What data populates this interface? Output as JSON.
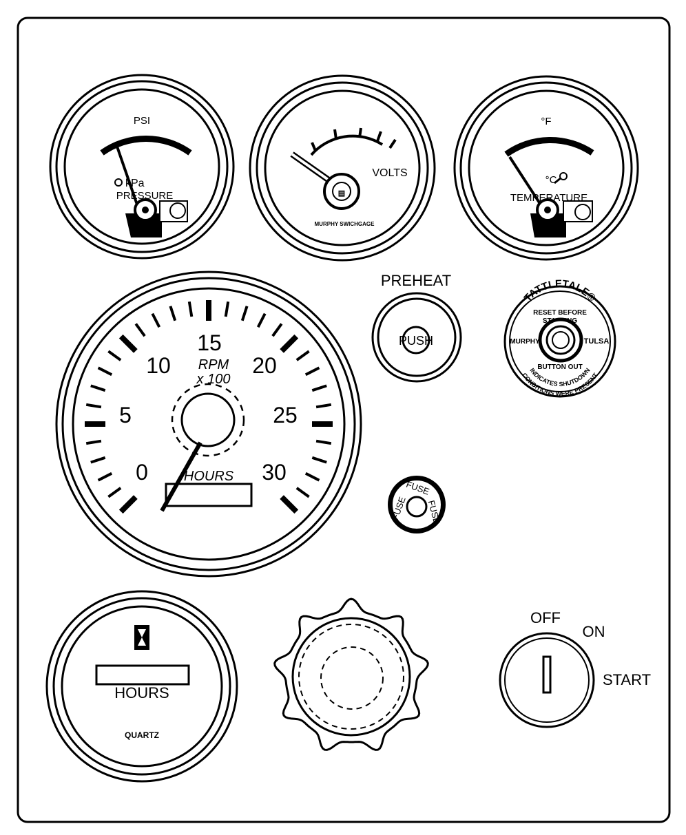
{
  "oil_pressure_gauge": {
    "unit": "PSI",
    "alt_unit": "kPa",
    "label": "PRESSURE"
  },
  "voltmeter": {
    "label": "VOLTS",
    "maker_text": "MURPHY SWICHGAGE"
  },
  "temperature_gauge": {
    "unit": "°F",
    "alt_unit": "°C",
    "label": "TEMPERATURE"
  },
  "tachometer": {
    "scale_labels": [
      "0",
      "5",
      "10",
      "15",
      "20",
      "25",
      "30"
    ],
    "unit_line1": "RPM",
    "unit_line2": "x 100",
    "hours_label": "HOURS"
  },
  "preheat": {
    "title": "PREHEAT",
    "button_label": "PUSH"
  },
  "tattletale": {
    "brand": "TATTLETALE®",
    "reset_line1": "RESET BEFORE",
    "reset_line2": "STARTING",
    "left_text": "MURPHY",
    "right_text": "TULSA",
    "bottom_line1": "BUTTON OUT",
    "bottom_line2": "INDICATES SHUTDOWN",
    "bottom_line3": "CONDITIONS WERE PRESENT"
  },
  "fuse": {
    "label": "FUSE"
  },
  "hour_meter": {
    "label": "HOURS",
    "sub_label": "QUARTZ"
  },
  "key_switch": {
    "off_label": "OFF",
    "on_label": "ON",
    "start_label": "START"
  },
  "colors": {
    "ink": "#000000",
    "paper": "#ffffff"
  }
}
